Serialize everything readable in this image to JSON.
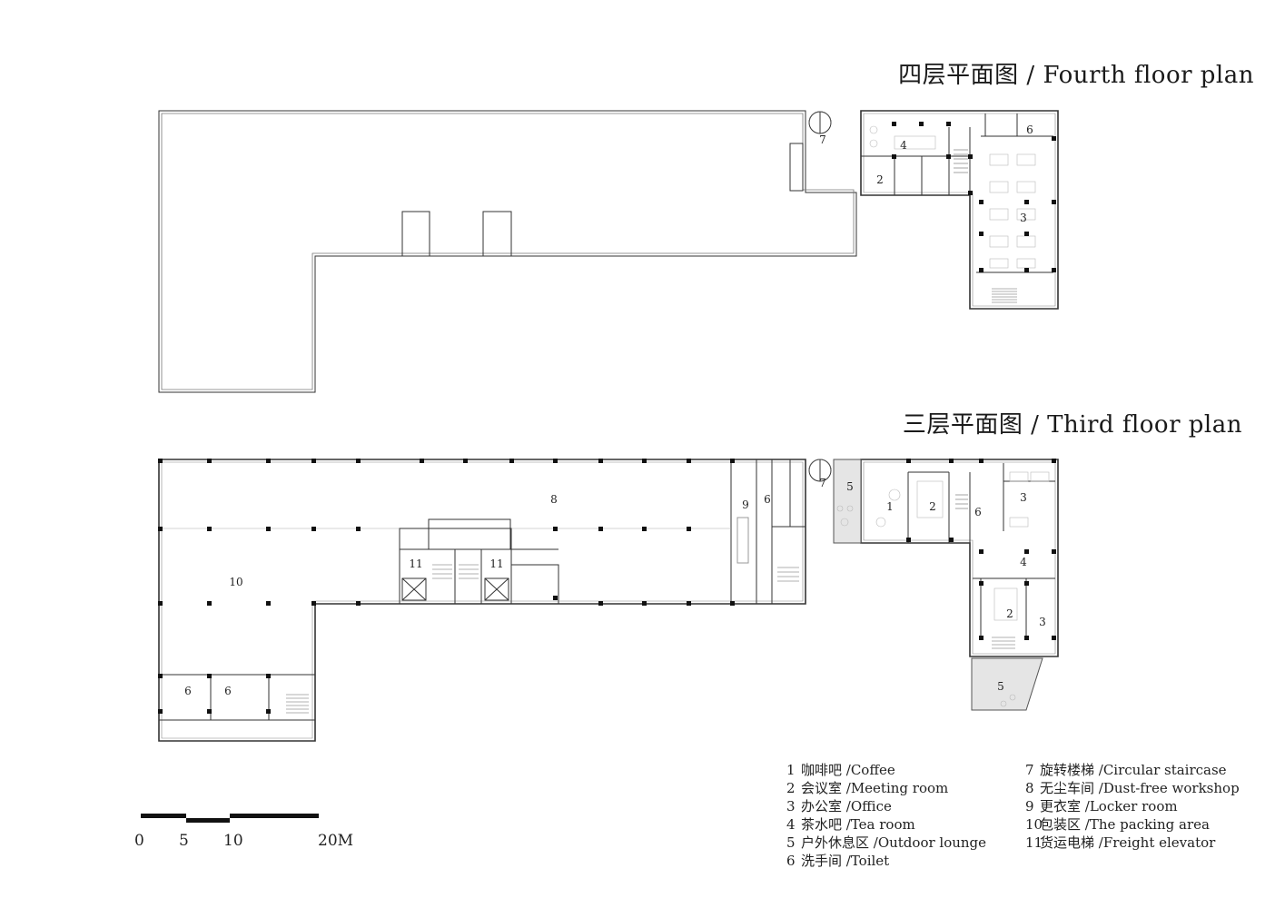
{
  "titles": {
    "fourth": "四层平面图 / Fourth floor plan",
    "third": "三层平面图 / Third floor plan"
  },
  "legend_left": [
    {
      "num": "1",
      "text": "咖啡吧 /Coffee"
    },
    {
      "num": "2",
      "text": "会议室 /Meeting room"
    },
    {
      "num": "3",
      "text": "办公室 /Office"
    },
    {
      "num": "4",
      "text": "茶水吧 /Tea room"
    },
    {
      "num": "5",
      "text": "户外休息区 /Outdoor lounge"
    },
    {
      "num": "6",
      "text": "洗手间 /Toilet"
    }
  ],
  "legend_right": [
    {
      "num": "7",
      "text": "旋转楼梯 /Circular staircase"
    },
    {
      "num": "8",
      "text": "无尘车间 /Dust-free workshop"
    },
    {
      "num": "9",
      "text": "更衣室 /Locker room"
    },
    {
      "num": "10",
      "text": "包装区 /The packing area"
    },
    {
      "num": "11",
      "text": "货运电梯 /Freight elevator"
    }
  ],
  "scale": {
    "labels": [
      "0",
      "5",
      "10",
      "20M"
    ]
  },
  "room_labels": {
    "fourth": {
      "r7": "7",
      "r4": "4",
      "r2": "2",
      "r6": "6",
      "r3": "3"
    },
    "third": {
      "r8": "8",
      "r9": "9",
      "r6a": "6",
      "r7": "7",
      "r5a": "5",
      "r1": "1",
      "r2a": "2",
      "r6b": "6",
      "r3a": "3",
      "r10": "10",
      "r11a": "11",
      "r11b": "11",
      "r4": "4",
      "r2b": "2",
      "r3b": "3",
      "r6c": "6",
      "r6d": "6",
      "r5b": "5"
    }
  }
}
